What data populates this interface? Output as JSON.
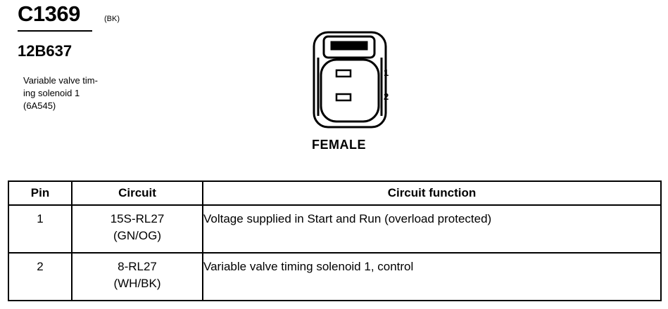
{
  "connector": {
    "id": "C1369",
    "color_code": "(BK)",
    "part_number": "12B637",
    "description_lines": [
      "Variable valve tim-",
      "ing solenoid 1",
      "(6A545)"
    ],
    "pin_labels": [
      "1",
      "2"
    ],
    "gender": "FEMALE"
  },
  "table": {
    "headers": [
      "Pin",
      "Circuit",
      "Circuit function"
    ],
    "rows": [
      {
        "pin": "1",
        "circuit_line1": "15S-RL27",
        "circuit_line2": "(GN/OG)",
        "function": "Voltage supplied in Start and Run (overload protected)"
      },
      {
        "pin": "2",
        "circuit_line1": "8-RL27",
        "circuit_line2": "(WH/BK)",
        "function": "Variable valve timing solenoid 1, control"
      }
    ]
  }
}
